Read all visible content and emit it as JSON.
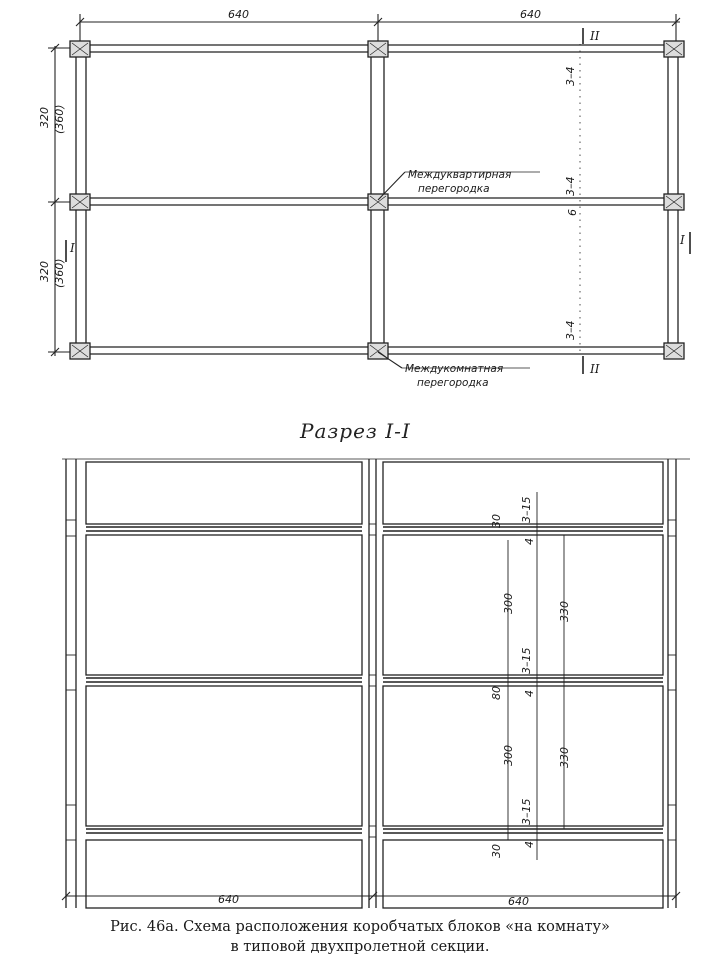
{
  "plan": {
    "span_dims": [
      "640",
      "640"
    ],
    "bay_dims": [
      "320",
      "(360)",
      "320",
      "(360)"
    ],
    "section_marks": {
      "one": "I",
      "two": "II"
    },
    "thickness_marks": [
      "3–4",
      "3–4",
      "3–4"
    ],
    "small_mark": "6",
    "partition_labels": {
      "inter_apartment_1": "Междуквартирная",
      "inter_apartment_2": "перегородка",
      "inter_room_1": "Междукомнатная",
      "inter_room_2": "перегородка"
    }
  },
  "section": {
    "title": "Разрез I-I",
    "dims": {
      "gap": "3–15",
      "floor": "30",
      "floor_mid": "80",
      "slab": "4",
      "block": "300",
      "storey": "330"
    },
    "bottom_dims": [
      "640",
      "640"
    ]
  },
  "caption": {
    "line1": "Рис. 46а. Схема расположения коробчатых блоков «на комнату»",
    "line2": "в типовой двухпролетной секции."
  }
}
